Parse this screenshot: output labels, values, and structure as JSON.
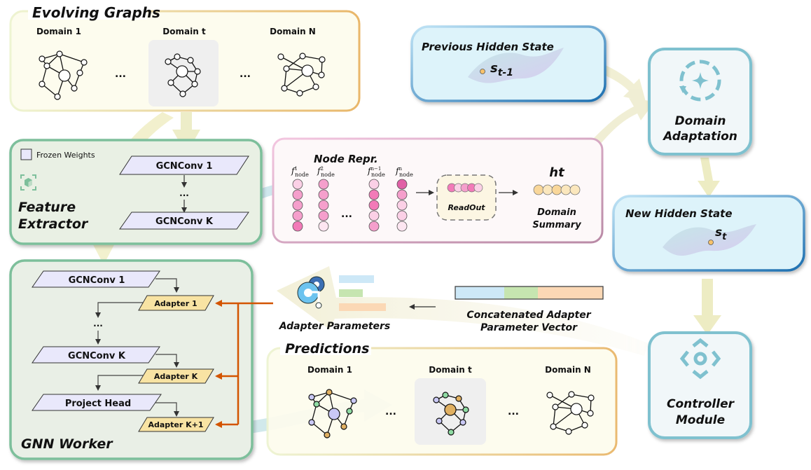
{
  "evolving_graphs": {
    "title": "Evolving Graphs",
    "domains": [
      "Domain 1",
      "Domain t",
      "Domain N"
    ],
    "ellipsis": "..."
  },
  "feature_extractor": {
    "title_line1": "Feature",
    "title_line2": "Extractor",
    "legend_label": "Frozen Weights",
    "layers": [
      "GCNConv 1",
      "GCNConv K"
    ],
    "ellipsis": "..."
  },
  "node_repr": {
    "title": "Node Repr.",
    "labels": [
      "f¹node",
      "f²node",
      "fⁿ⁻¹node",
      "fⁿnode"
    ],
    "label_base": "f",
    "label_sub": "node",
    "label_sups": [
      "1",
      "2",
      "n−1",
      "n"
    ],
    "ellipsis": "...",
    "readout_label": "ReadOut",
    "summary_symbol": "ht",
    "summary_line1": "Domain",
    "summary_line2": "Summary"
  },
  "previous_hidden_state": {
    "title": "Previous Hidden State",
    "symbol": "s",
    "subscript": "t-1"
  },
  "domain_adaptation": {
    "line1": "Domain",
    "line2": "Adaptation"
  },
  "new_hidden_state": {
    "title": "New Hidden State",
    "symbol": "s",
    "subscript": "t"
  },
  "controller": {
    "line1": "Controller",
    "line2": "Module"
  },
  "gnn_worker": {
    "title": "GNN Worker",
    "layers": [
      "GCNConv 1",
      "GCNConv K",
      "Project Head"
    ],
    "adapters": [
      "Adapter 1",
      "Adapter K",
      "Adapter K+1"
    ],
    "ellipsis": "..."
  },
  "adapter_params": {
    "label": "Adapter Parameters",
    "vector_label_line1": "Concatenated Adapter",
    "vector_label_line2": "Parameter Vector"
  },
  "predictions": {
    "title": "Predictions",
    "domains": [
      "Domain 1",
      "Domain t",
      "Domain N"
    ],
    "ellipsis": "..."
  },
  "colors": {
    "frozen_fill": "#e9e8fb",
    "adapter_fill": "#f8e3a3",
    "orange_arrow": "#d35400",
    "green_border": "#7dbf9b",
    "teal_border": "#7fc1cf",
    "pink_border": "#e6b3d0",
    "blue_state_fill": "#ddf3fa",
    "pred_purple": "#c9c8f5",
    "pred_green": "#8fdba3",
    "pred_orange": "#e0b062",
    "vec_blue": "#cde8f7",
    "vec_green": "#c6e5b0",
    "vec_orange": "#fbd8b5"
  }
}
